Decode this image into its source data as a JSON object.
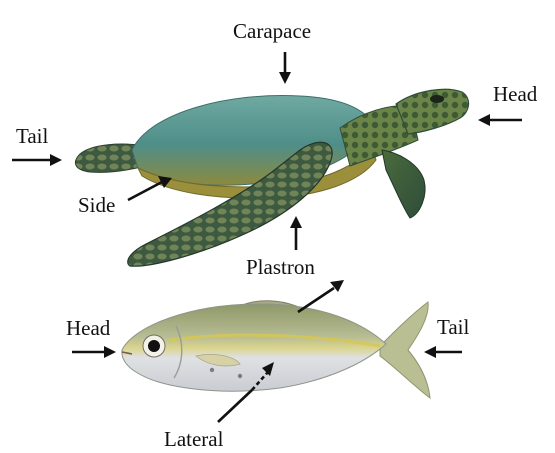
{
  "labels": {
    "carapace": "Carapace",
    "turtle_head": "Head",
    "turtle_tail": "Tail",
    "side": "Side",
    "plastron": "Plastron",
    "fish_head": "Head",
    "fish_tail": "Tail",
    "lateral": "Lateral"
  },
  "colors": {
    "turtle_shell": "#4f8e88",
    "turtle_skin": "#5d7a3c",
    "turtle_scale": "#2f4d3a",
    "fish_back": "#9aa37a",
    "fish_belly": "#e6e8ec",
    "fish_stripe": "#d8c95a"
  }
}
